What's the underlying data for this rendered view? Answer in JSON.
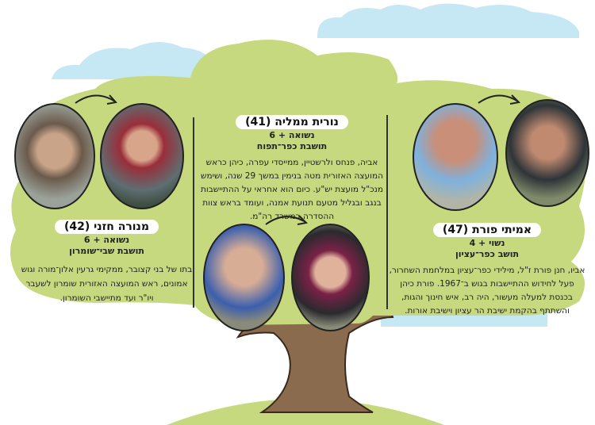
{
  "colors": {
    "canopy": "#c6d97f",
    "cloud": "#c6e8f4",
    "trunk": "#8b6b4e",
    "ground": "#c6d97f",
    "divider": "#333333"
  },
  "people": [
    {
      "name": "מנורה חזני (42)",
      "status": "נשואה + 6",
      "residence": "תושבת שבי־שומרון",
      "bio": "בתו של בני קצובר, ממקימי גרעין אלון־מורה וגוש אמונים, ראש המועצה האזורית שומרון לשעבר ויו\"ר ועד מתיישבי השומרון.",
      "photos": [
        "parent-photo",
        "daughter-photo"
      ]
    },
    {
      "name": "נורית ממליה (41)",
      "status": "נשואה + 6",
      "residence": "תושבת כפר־תפוח",
      "bio": "אביה, פנחס ולרשטיין, ממייסדי עפרה, כיהן כראש המועצה האזורית מטה בנימין במשך 29 שנה, ושימש מנכ\"ל מועצת יש\"ע. כיום הוא אחראי על ההתיישבות בנגב ובגליל מטעם תנועת אמנה, ועומד בראש צוות ההסדרה במשרד רה\"מ.",
      "photos": [
        "parent-photo",
        "daughter-photo"
      ]
    },
    {
      "name": "אמיתי פורת (47)",
      "status": "נשוי + 4",
      "residence": "תושב כפר־עציון",
      "bio": "אביו, חנן פורת ז\"ל, מילידי כפר־עציון במלחמת השחרור, פעל לחידוש ההתיישבות בגוש ב־1967. פורת כיהן בכנסת למעלה מעשור, היה רב, איש חינוך והגות, והשתתף בהקמת ישיבת הר עציון וישיבת אורות.",
      "photos": [
        "parent-photo",
        "son-photo"
      ]
    }
  ]
}
